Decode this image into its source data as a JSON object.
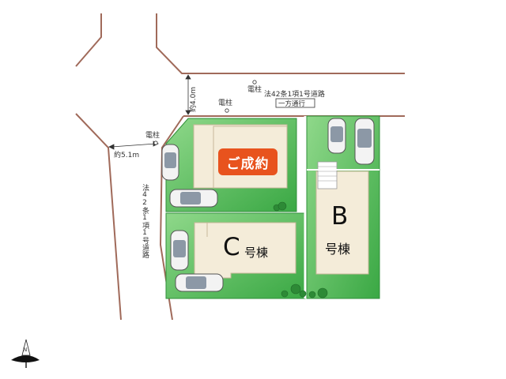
{
  "front_road": {
    "legal_label": "法42条1項1号道路",
    "one_way_label": "一方通行",
    "width_label": "約4.0m"
  },
  "side_road": {
    "legal_label": "法42条1項1号道路",
    "width_label": "約5.1m"
  },
  "utility_poles": [
    {
      "label": "電柱"
    },
    {
      "label": "電柱"
    },
    {
      "label": "電柱"
    }
  ],
  "lots": {
    "sold": {
      "status_label": "ご成約",
      "badge_color": "#e8531e"
    },
    "b": {
      "letter": "B",
      "suffix": "号棟"
    },
    "c": {
      "letter": "C",
      "suffix": "号棟"
    }
  },
  "compass": {
    "north_label": "N"
  },
  "colors": {
    "lot_green": "#3fae49",
    "lot_green_light": "#7fcf7f",
    "building_fill": "#f4ecd9",
    "road_line": "#a06a5a"
  }
}
